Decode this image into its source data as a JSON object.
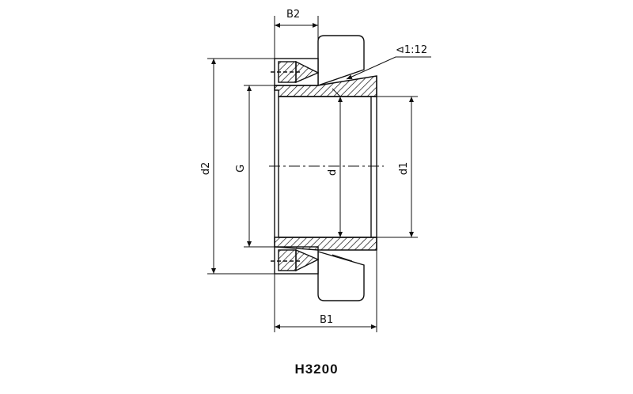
{
  "figure": {
    "caption": "H3200",
    "labels": {
      "b2": "B2",
      "taper": "⊲1:12",
      "d2": "d2",
      "g": "G",
      "d": "d",
      "d1": "d1",
      "b1": "B1"
    }
  },
  "colors": {
    "line": "#111111",
    "background": "#ffffff"
  }
}
